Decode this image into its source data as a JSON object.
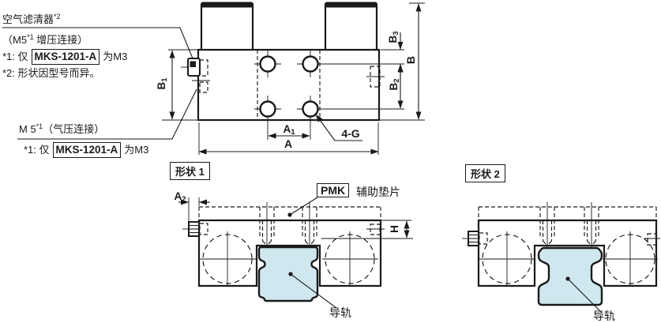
{
  "colors": {
    "line": "#1a1a1a",
    "rail_fill": "#cfe8ef",
    "background": "#ffffff"
  },
  "notes": {
    "air_filter": "空气滤清器",
    "air_filter_sup": "*2",
    "boost_pre": "（M5",
    "boost_sup": "*1",
    "boost_post": " 增压连接）",
    "remark1_pre": "*1: 仅",
    "remark1_model": "MKS-1201-A",
    "remark1_post": "为M3",
    "remark2": "*2: 形状因型号而异。",
    "pneumatic_pre": "M 5",
    "pneumatic_sup": "*1",
    "pneumatic_post": "（气压连接）",
    "remark3_pre": "*1: 仅",
    "remark3_model": "MKS-1201-A",
    "remark3_post": "为M3"
  },
  "dims": {
    "a": "A",
    "a1_base": "A",
    "a1_sub": "1",
    "a2_base": "A",
    "a2_sub": "2",
    "b": "B",
    "b1_base": "B",
    "b1_sub": "1",
    "b2_base": "B",
    "b2_sub": "2",
    "b3_base": "B",
    "b3_sub": "3",
    "h": "H",
    "hole_callout": "4-G"
  },
  "sections": {
    "shape1_title": "形状 1",
    "shape2_title": "形状 2",
    "pmk_label": "PMK",
    "pmk_desc": "辅助垫片",
    "rail1_label": "导轨",
    "rail2_label": "导轨"
  }
}
